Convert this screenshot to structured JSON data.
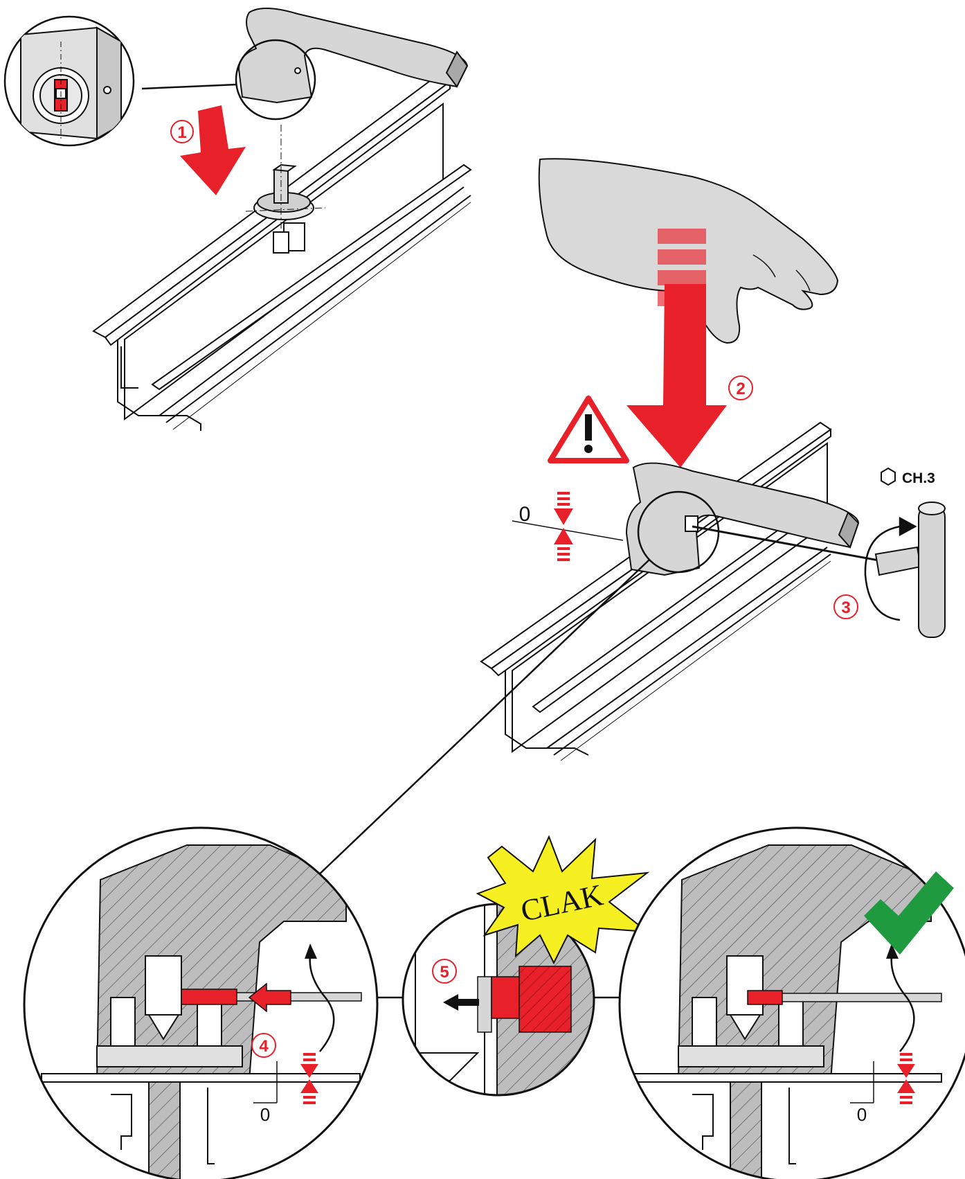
{
  "steps": {
    "s1": "1",
    "s2": "2",
    "s3": "3",
    "s4": "4",
    "s5": "5"
  },
  "tool_label": "CH.3",
  "gap_value": "0",
  "sound_effect": "CLAK",
  "icons": {
    "warning": "warning-triangle-icon",
    "hex": "hex-key-icon",
    "check": "checkmark-icon"
  },
  "colors": {
    "accent_red": "#e8202a",
    "handle_grey": "#d6d6d6",
    "hatch_grey": "#b9b9b9",
    "burst_yellow": "#f6ef21",
    "check_green": "#1f9a3f"
  }
}
